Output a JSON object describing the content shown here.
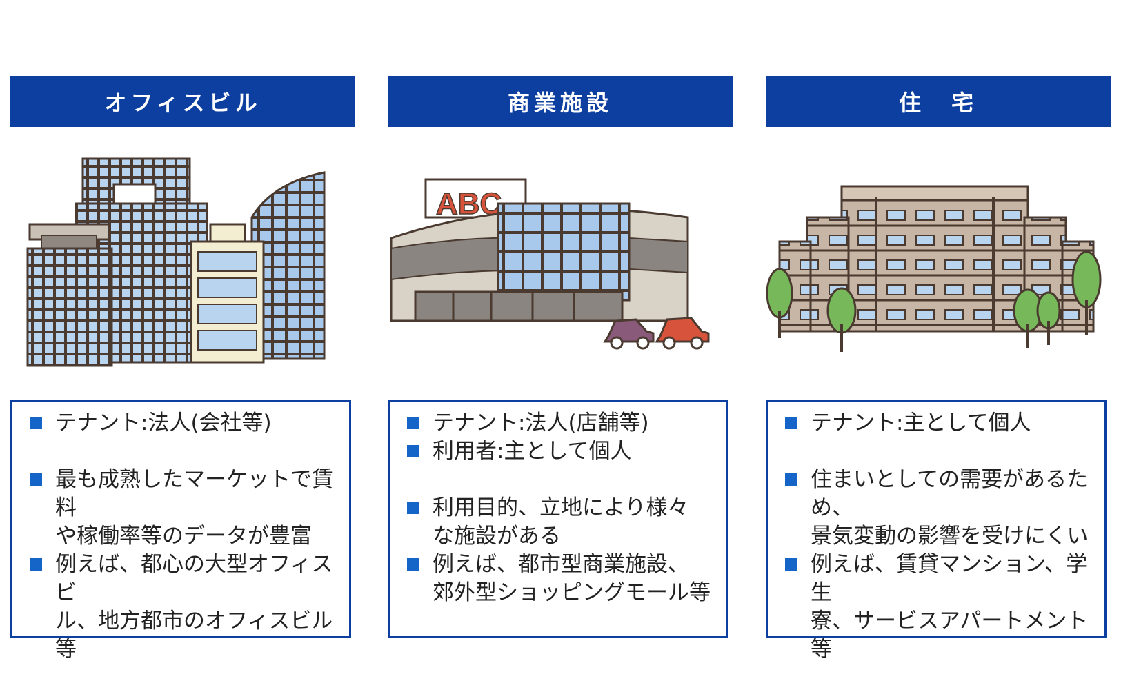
{
  "colors": {
    "header_bg": "#0d3fa0",
    "box_border": "#0d3fa0",
    "bullet": "#1565c8"
  },
  "columns": [
    {
      "title": "オフィスビル",
      "icon": "office-building-icon",
      "bullets": [
        "テナント:法人(会社等)",
        "",
        "最も成熟したマーケットで賃料\nや稼働率等のデータが豊富",
        "例えば、都心の大型オフィスビ\nル、地方都市のオフィスビル等"
      ]
    },
    {
      "title": "商業施設",
      "icon": "shopping-mall-icon",
      "sign_text": "ABC",
      "bullets": [
        "テナント:法人(店舗等)",
        "利用者:主として個人",
        "",
        "利用目的、立地により様々\nな施設がある",
        "例えば、都市型商業施設、\n郊外型ショッピングモール等"
      ]
    },
    {
      "title": "住　宅",
      "icon": "apartment-building-icon",
      "bullets": [
        "テナント:主として個人",
        "",
        "住まいとしての需要があるため、\n景気変動の影響を受けにくい",
        "例えば、賃貸マンション、学生\n寮、サービスアパートメント等"
      ]
    }
  ]
}
